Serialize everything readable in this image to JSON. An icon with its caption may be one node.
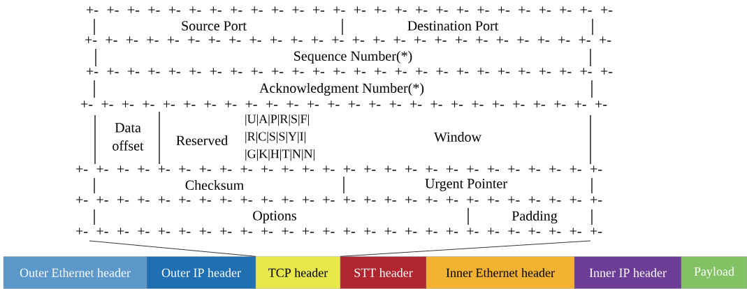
{
  "diagram": {
    "nodes": [
      {
        "text": [
          "Source Port"
        ]
      },
      {
        "text": [
          "Destination Port"
        ]
      },
      {
        "text": [
          "Sequence Number(*)"
        ]
      },
      {
        "text": [
          "Acknowledgment Number(*)"
        ]
      },
      {
        "text": [
          "Data offset"
        ]
      },
      {
        "text": [
          "Reserved"
        ]
      },
      {
        "text": [
          "|U|A|P|R|S|F| |R|C|S|S|Y|I| |G|K|H|T|N|N|"
        ]
      },
      {
        "text": [
          "Window"
        ]
      },
      {
        "text": [
          "Checksum"
        ]
      },
      {
        "text": [
          "Urgent Pointer"
        ]
      },
      {
        "text": [
          "Options"
        ]
      },
      {
        "text": [
          "Padding"
        ]
      },
      {
        "text": [
          "Outer Ethernet header"
        ]
      },
      {
        "text": [
          "Outer IP header"
        ]
      },
      {
        "text": [
          "TCP header"
        ]
      },
      {
        "text": [
          "STT header"
        ]
      },
      {
        "text": [
          "Inner Ethernet header"
        ]
      },
      {
        "text": [
          "Inner IP header"
        ]
      },
      {
        "text": [
          "Payload"
        ]
      }
    ],
    "edges": [
      {
        "from": null,
        "to": 14,
        "arrow": "none"
      },
      {
        "from": null,
        "to": 14,
        "arrow": "none"
      }
    ],
    "labels": [
      "+- +- +- +- +- +- +- +- +- +- +- +- +- +- +- +- +- +- +- +- +- +- +- +- +- +-",
      "+- +- +- +- +- +- +- +- +- +- +- +- +- +- +- +- +- +- +- +- +- +- +- +- +- +-",
      "+- +- +- +- +- +- +- +- +- +- +- +- +- +- +- +- +- +- +- +- +- +- +- +- +- +-",
      "+- +- +- +- +- +- +- +- +- +- +- +- +- +- +- +- +- +- +- +- +- +- +- +- +- +-",
      "+- +- +- +- +- +- +- +- +- +- +- +- +- +- +- +- +- +- +- +- +- +- +- +- +- +-",
      "+- +- +- +- +- +- +- +- +- +- +- +- +- +- +- +- +- +- +- +- +- +- +- +- +- +-",
      "+- +- +- +- +- +- +- +- +- +- +- +- +- +- +- +- +- +- +- +- +- +- +- +- +- +-"
    ]
  }
}
